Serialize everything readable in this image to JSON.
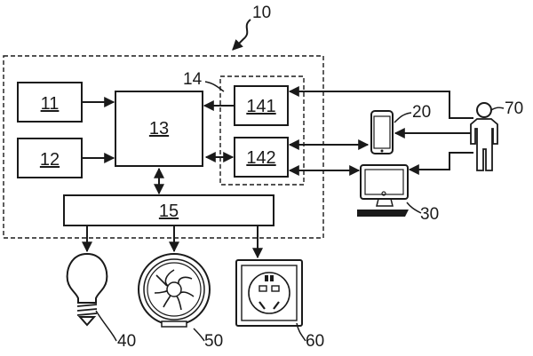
{
  "figure": {
    "ref_system": "10",
    "blocks": {
      "b11": "11",
      "b12": "12",
      "b13": "13",
      "b14": "14",
      "b141": "141",
      "b142": "142",
      "b15": "15"
    },
    "devices": {
      "phone": "20",
      "computer": "30",
      "lamp": "40",
      "fan": "50",
      "socket": "60",
      "user": "70"
    }
  }
}
